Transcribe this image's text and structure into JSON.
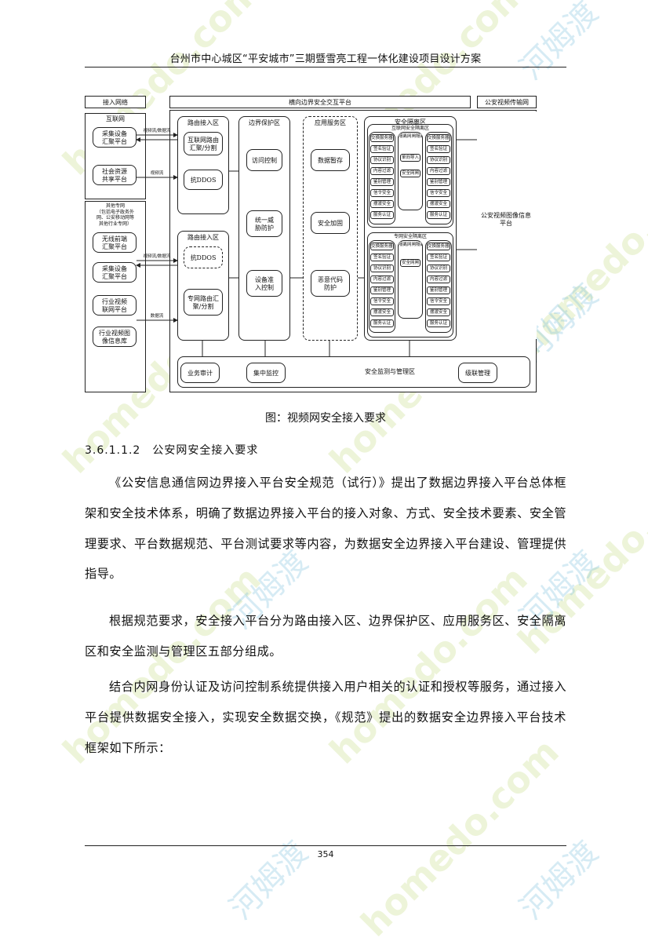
{
  "header": {
    "title": "台州市中心城区“平安城市”三期暨雪亮工程一体化建设项目设计方案"
  },
  "diagram": {
    "access_network": "接入网络",
    "internet": "互联网",
    "collect_device_platform": "采集设备\n汇聚平台",
    "social_resource_platform": "社会资源\n共享平台",
    "other_private_network": "其他专网\n（包括电子政务外\n网、公安移动网等\n其他行业专网）",
    "wireless_frontend_platform": "无线前端\n汇聚平台",
    "collect_device_platform_2": "采集设备\n汇聚平台",
    "industry_video_platform": "行业视频\n联网平台",
    "industry_video_image_db": "行业视频图\n像信息库",
    "edge_exchange_platform": "横向边界安全交互平台",
    "routing_access_zone": "路由接入区",
    "internet_router_switch": "互联网路由\n汇聚/分割",
    "anti_ddos": "抗DDOS",
    "routing_access_zone_2": "路由接入区",
    "anti_ddos_2": "抗DDOS",
    "private_router_switch": "专网路由汇\n聚/分割",
    "boundary_protection_zone": "边界保护区",
    "access_control": "访问控制",
    "unified_threat_protection": "统一威\n胁防护",
    "device_access_control": "设备准\n入控制",
    "app_service_zone": "应用服务区",
    "data_temp_store": "数据暂存",
    "security_hardening": "安全加固",
    "malicious_code_protection": "恶意代码\n防护",
    "security_isolation_zone": "安全隔离区",
    "internet_isolation_zone": "互联网安全隔离区",
    "private_isolation_zone": "专网安全隔离区",
    "left_stack_labels": [
      "交换服务器(网)",
      "签名验证",
      "协议识别",
      "内容过滤",
      "鉴别管理",
      "信令安全",
      "摆渡安全",
      "服务认证"
    ],
    "right_stack_labels": [
      "交换服务器(网)",
      "签名验证",
      "协议识别",
      "内容过滤",
      "鉴别管理",
      "信令安全",
      "摆渡安全",
      "服务认证"
    ],
    "isolation_mid_top": "隔离网闸隔离区",
    "isolation_mid_items": [
      "单向导入",
      "安全网闸"
    ],
    "isolation_mid_top_2": "隔离网闸隔离区",
    "isolation_mid_items_2": [
      "安全网闸"
    ],
    "public_video_network": "公安视频传输网",
    "public_video_image_platform": "公安视频图像信息\n平台",
    "security_monitor_zone": "安全监测与管理区",
    "business_audit": "业务审计",
    "central_monitor": "集中监控",
    "cascade_management": "级联管理",
    "arrow_video_data": "视频流/数据流",
    "arrow_video": "视频流",
    "arrow_video_data_2": "视频流/数据流",
    "arrow_data": "数据流"
  },
  "caption": "图：视频网安全接入要求",
  "section_title": "3.6.1.1.2　公安网安全接入要求",
  "paragraphs": [
    "《公安信息通信网边界接入平台安全规范（试行）》提出了数据边界接入平台总体框架和安全技术体系，明确了数据边界接入平台的接入对象、方式、安全技术要素、安全管理要求、平台数据规范、平台测试要求等内容，为数据安全边界接入平台建设、管理提供指导。",
    "根据规范要求，安全接入平台分为路由接入区、边界保护区、应用服务区、安全隔离区和安全监测与管理区五部分组成。",
    "结合内网身份认证及访问控制系统提供接入用户相关的认证和授权等服务，通过接入平台提供数据安全接入，实现安全数据交换，《规范》提出的数据安全边界接入平台技术框架如下所示："
  ],
  "page_number": "354",
  "watermark": {
    "text_en": "homedo.com",
    "text_cn": "河姆渡"
  }
}
